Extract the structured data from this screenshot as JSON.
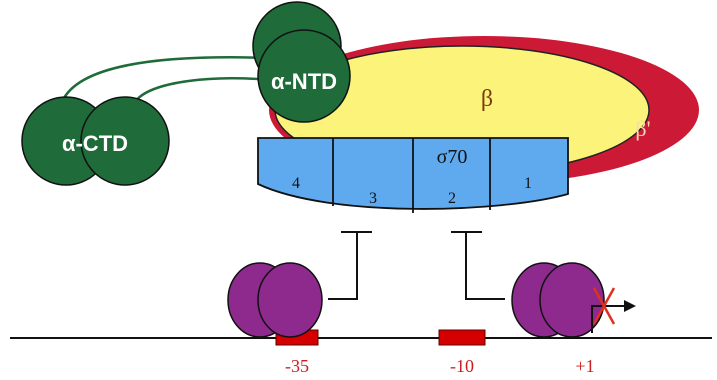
{
  "labels": {
    "alpha_ntd": "α-NTD",
    "alpha_ctd": "α-CTD",
    "beta": "β",
    "beta_prime": "β'",
    "sigma": "σ70",
    "sigma_regions": {
      "r4": "4",
      "r3": "3",
      "r2": "2",
      "r1": "1"
    },
    "promoter": {
      "m35": "-35",
      "m10": "-10",
      "p1": "+1"
    }
  },
  "colors": {
    "beta_yellow": "#fbf37a",
    "beta_prime_red": "#cc1a36",
    "alpha_green": "#1f6b3a",
    "sigma_blue": "#5fa9ef",
    "repressor_purple": "#8e2a8e",
    "box_red": "#d40000",
    "label_red": "#c81e1e"
  }
}
